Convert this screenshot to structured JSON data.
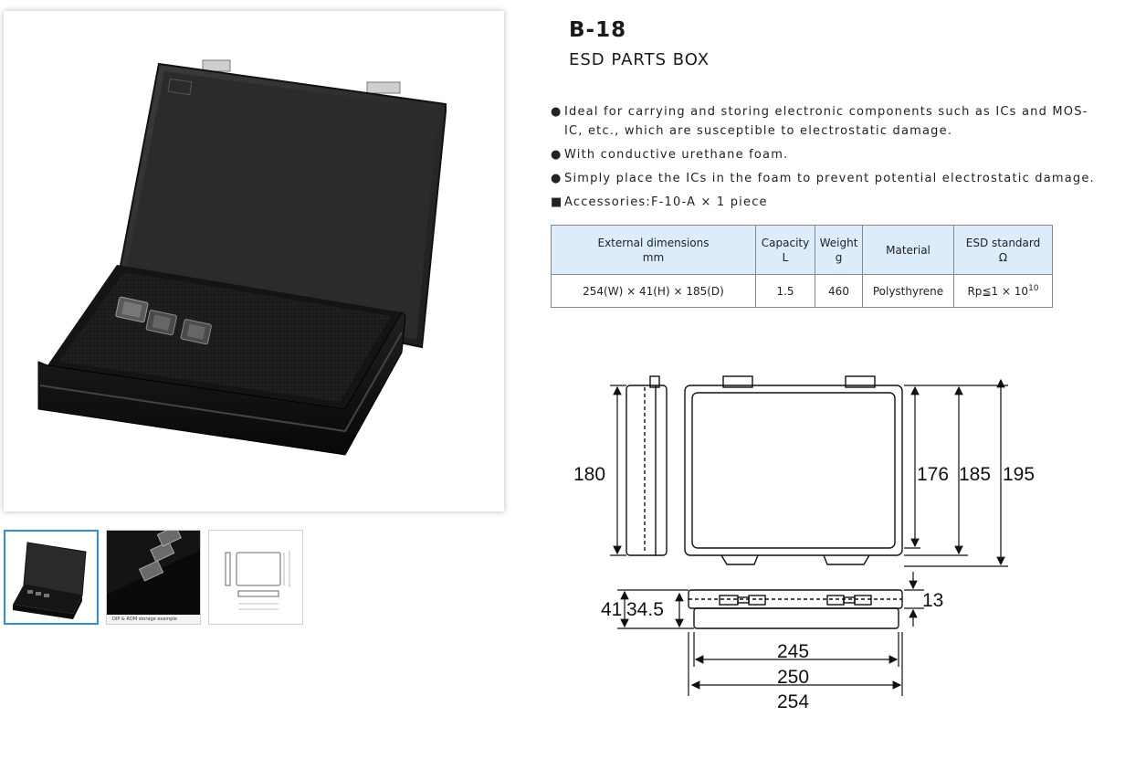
{
  "product": {
    "code": "B-18",
    "name": "ESD PARTS BOX"
  },
  "features": [
    {
      "bullet": "●",
      "text": "Ideal for carrying and storing electronic components such as ICs and MOS-IC, etc., which are susceptible to electrostatic damage."
    },
    {
      "bullet": "●",
      "text": "With conductive urethane foam."
    },
    {
      "bullet": "●",
      "text": "Simply place the ICs in the foam to prevent potential electrostatic damage."
    },
    {
      "bullet": "■",
      "text": "Accessories:F-10-A × 1 piece"
    }
  ],
  "specs": {
    "headers": [
      {
        "label": "External dimensions",
        "unit": "mm"
      },
      {
        "label": "Capacity",
        "unit": "L"
      },
      {
        "label": "Weight",
        "unit": "g"
      },
      {
        "label": "Material",
        "unit": ""
      },
      {
        "label": "ESD standard",
        "unit": "Ω"
      }
    ],
    "row": {
      "dimensions": "254(W) × 41(H) × 185(D)",
      "capacity": "1.5",
      "weight": "460",
      "material": "Polysthyrene",
      "esd_base": "Rp≦1 × 10",
      "esd_exp": "10"
    }
  },
  "drawing": {
    "side_height": "180",
    "inner_depth": "176",
    "depth": "185",
    "total_depth": "195",
    "height": "41",
    "inner_height": "34.5",
    "lid": "13",
    "inner_width": "245",
    "width_mid": "250",
    "width": "254"
  },
  "thumbnails": {
    "caption_2": "DIP & ROM storage example"
  }
}
